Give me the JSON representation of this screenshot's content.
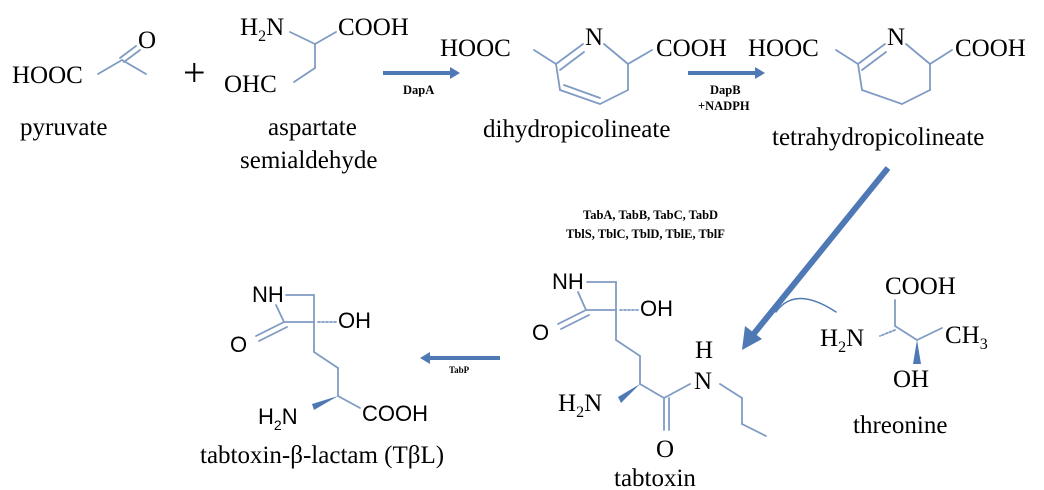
{
  "colors": {
    "bond": "#7f9bc3",
    "arrow": "#4f79b5",
    "text": "#000000"
  },
  "compounds": {
    "pyruvate": {
      "name": "pyruvate",
      "cooh": "HOOC",
      "o": "O"
    },
    "aspartate_semialdehyde": {
      "name_line1": "aspartate",
      "name_line2": "semialdehyde",
      "h2n": "H",
      "h2n_sub": "2",
      "h2n_n": "N",
      "cooh": "COOH",
      "ohc": "OHC"
    },
    "dihydropicolineate": {
      "name": "dihydropicolineate",
      "hooc": "HOOC",
      "n": "N",
      "cooh": "COOH"
    },
    "tetrahydropicolineate": {
      "name": "tetrahydropicolineate",
      "hooc": "HOOC",
      "n": "N",
      "cooh": "COOH"
    },
    "tabtoxin": {
      "name": "tabtoxin",
      "nh": "NH",
      "oh": "OH",
      "o_lactam": "O",
      "h": "H",
      "n": "N",
      "h2n": "H",
      "h2n_sub": "2",
      "h2n_n": "N",
      "o_amide": "O"
    },
    "threonine": {
      "name": "threonine",
      "cooh": "COOH",
      "h2n": "H",
      "h2n_sub": "2",
      "h2n_n": "N",
      "ch": "CH",
      "ch_sub": "3",
      "oh": "OH"
    },
    "tabtoxin_beta_lactam": {
      "name": "tabtoxin-β-lactam (TβL)",
      "nh": "NH",
      "oh": "OH",
      "o": "O",
      "h2n": "H",
      "h2n_sub": "2",
      "h2n_n": "N",
      "cooh": "COOH"
    }
  },
  "operators": {
    "plus": "+"
  },
  "enzymes": {
    "dapA": "DapA",
    "dapB": "DapB",
    "nadph": "+NADPH",
    "tab_line1": "TabA, TabB, TabC, TabD",
    "tab_line2": "TblS, TblC, TblD, TblE, TblF",
    "tabP": "TabP"
  }
}
